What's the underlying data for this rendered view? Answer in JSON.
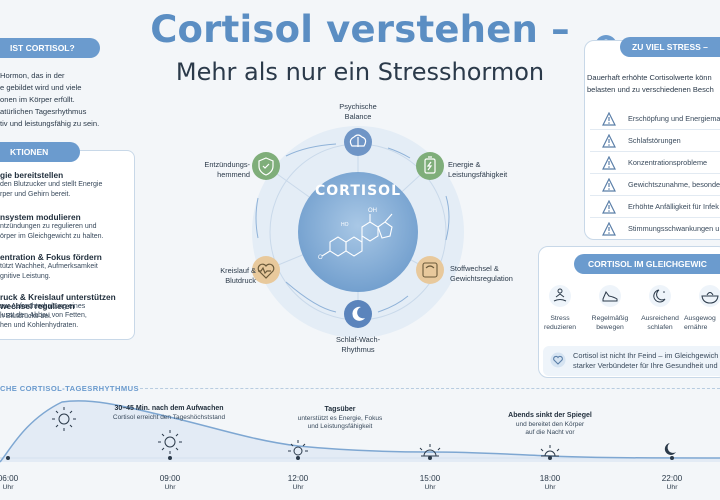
{
  "header": {
    "title": "Cortisol verstehen –",
    "subtitle": "Mehr als nur ein Stresshormon"
  },
  "intro": {
    "heading": "IST CORTISOL?",
    "lines": [
      "Hormon, das in der",
      "e gebildet wird und viele",
      "onen im Körper erfüllt.",
      "atürlichen Tagesrhythmus",
      "tiv und leistungsfähig zu sein."
    ]
  },
  "functions": {
    "heading": "KTIONEN",
    "items": [
      {
        "title": "gie bereitstellen",
        "lines": [
          "den Blutzucker und stellt Energie",
          "rper und Gehirn bereit."
        ]
      },
      {
        "title": "nsystem modulieren",
        "lines": [
          "ntzündungen zu regulieren und",
          "örper im Gleichgewicht zu halten."
        ]
      },
      {
        "title": "entration & Fokus fördern",
        "lines": [
          "tützt Wachheit, Aufmerksamkeit",
          "gnitive Leistung."
        ]
      },
      {
        "title": "ruck & Kreislauf unterstützen",
        "lines": [
          "zur Aufrechterhaltung eines",
          "n Blutdrucks bei."
        ]
      },
      {
        "title": "wechsel regulieren",
        "lines": [
          "lusst den Abbau von Fetten,",
          "hen und Kohlenhydraten."
        ]
      }
    ]
  },
  "center": {
    "label": "CORTISOL",
    "nodes": [
      {
        "name": "balance",
        "icon": "brain-icon",
        "line1": "Psychische",
        "line2": "Balance"
      },
      {
        "name": "energy",
        "icon": "battery-icon",
        "line1": "Energie &",
        "line2": "Leistungsfähigkeit"
      },
      {
        "name": "metabolism",
        "icon": "scale-icon",
        "line1": "Stoffwechsel &",
        "line2": "Gewichtsregulation"
      },
      {
        "name": "sleep",
        "icon": "moon-icon",
        "line1": "Schlaf-Wach-",
        "line2": "Rhythmus"
      },
      {
        "name": "circulation",
        "icon": "heart-pulse-icon",
        "line1": "Kreislauf &",
        "line2": "Blutdruck"
      },
      {
        "name": "inflammation",
        "icon": "shield-icon",
        "line1": "Entzündungs-",
        "line2": "hemmend"
      }
    ]
  },
  "stress": {
    "heading": "ZU VIEL STRESS – ZU",
    "intro": [
      "Dauerhaft erhöhte Cortisolwerte könn",
      "belasten und zu verschiedenen Besch"
    ],
    "items": [
      "Erschöpfung und Energiema",
      "Schlafstörungen",
      "Konzentrationsprobleme",
      "Gewichtszunahme, besonde",
      "Erhöhte Anfälligkeit für Infek",
      "Stimmungsschwankungen u"
    ]
  },
  "balance": {
    "heading": "CORTISOL IM GLEICHGEWIC",
    "items": [
      {
        "icon": "meditation-icon",
        "line1": "Stress",
        "line2": "reduzieren"
      },
      {
        "icon": "shoe-icon",
        "line1": "Regelmäßig",
        "line2": "bewegen"
      },
      {
        "icon": "moon-stars-icon",
        "line1": "Ausreichend",
        "line2": "schlafen"
      },
      {
        "icon": "bowl-icon",
        "line1": "Ausgewog",
        "line2": "ernähre"
      }
    ],
    "note": [
      "Cortisol ist nicht Ihr Feind – im Gleichgewich",
      "starker Verbündeter für Ihre Gesundheit und l"
    ]
  },
  "rhythm": {
    "heading": "CHE CORTISOL-TAGESRHYTHMUS",
    "unit": "Uhr",
    "times": [
      "06:00",
      "09:00",
      "12:00",
      "15:00",
      "18:00",
      "22:00"
    ],
    "annotations": [
      {
        "title": "30–45 Min. nach dem Aufwachen",
        "lines": [
          "Cortisol erreicht den Tageshöchststand"
        ]
      },
      {
        "title": "Tagsüber",
        "lines": [
          "unterstützt es Energie, Fokus",
          "und Leistungsfähigkeit"
        ]
      },
      {
        "title": "Abends sinkt der Spiegel",
        "lines": [
          "und bereitet den Körper",
          "auf die Nacht vor"
        ]
      }
    ]
  },
  "colors": {
    "accent": "#6b9bce",
    "title": "#5b8ec3",
    "green": "#7fae7a",
    "peach": "#e8c99c",
    "blue_node": "#6f95c6"
  }
}
